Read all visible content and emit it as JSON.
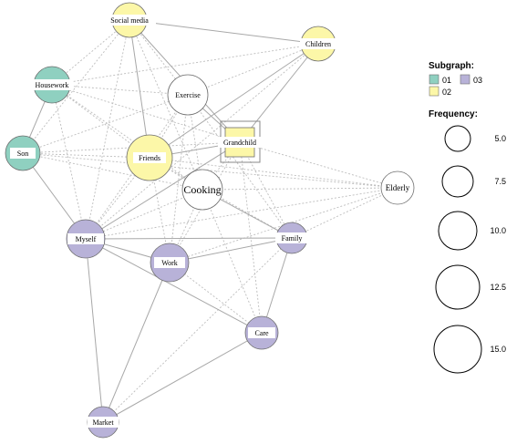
{
  "colors": {
    "subgraph_01": "#8fd0c0",
    "subgraph_02": "#fcf7a8",
    "subgraph_03": "#b8b2d8",
    "none": "#ffffff",
    "solid_edge": "#a8a8a8",
    "dotted_edge": "#bdbdbd",
    "node_border": "#6e6e6e"
  },
  "nodes": [
    {
      "id": "social_media",
      "label": "Social media",
      "subgraph": "02"
    },
    {
      "id": "children",
      "label": "Children",
      "subgraph": "02"
    },
    {
      "id": "housework",
      "label": "Housework",
      "subgraph": "01"
    },
    {
      "id": "exercise",
      "label": "Exercise",
      "subgraph": null
    },
    {
      "id": "grandchild",
      "label": "Grandchild",
      "subgraph": "02"
    },
    {
      "id": "son",
      "label": "Son",
      "subgraph": "01"
    },
    {
      "id": "friends",
      "label": "Friends",
      "subgraph": "02"
    },
    {
      "id": "cooking",
      "label": "Cooking",
      "subgraph": null
    },
    {
      "id": "elderly",
      "label": "Elderly",
      "subgraph": null
    },
    {
      "id": "myself",
      "label": "Myself",
      "subgraph": "03"
    },
    {
      "id": "family",
      "label": "Family",
      "subgraph": "03"
    },
    {
      "id": "work",
      "label": "Work",
      "subgraph": "03"
    },
    {
      "id": "care",
      "label": "Care",
      "subgraph": "03"
    },
    {
      "id": "market",
      "label": "Market",
      "subgraph": "03"
    }
  ],
  "edges": {
    "solid": [
      [
        "social_media",
        "children"
      ],
      [
        "social_media",
        "friends"
      ],
      [
        "social_media",
        "grandchild"
      ],
      [
        "housework",
        "son"
      ],
      [
        "friends",
        "grandchild"
      ],
      [
        "friends",
        "children"
      ],
      [
        "grandchild",
        "children"
      ],
      [
        "grandchild",
        "myself"
      ],
      [
        "myself",
        "family"
      ],
      [
        "myself",
        "work"
      ],
      [
        "myself",
        "care"
      ],
      [
        "myself",
        "market"
      ],
      [
        "work",
        "family"
      ],
      [
        "work",
        "market"
      ],
      [
        "family",
        "care"
      ],
      [
        "care",
        "market"
      ],
      [
        "exercise",
        "grandchild"
      ],
      [
        "cooking",
        "family"
      ],
      [
        "son",
        "myself"
      ]
    ],
    "dotted": [
      [
        "social_media",
        "housework"
      ],
      [
        "social_media",
        "son"
      ],
      [
        "social_media",
        "exercise"
      ],
      [
        "social_media",
        "myself"
      ],
      [
        "social_media",
        "cooking"
      ],
      [
        "housework",
        "exercise"
      ],
      [
        "housework",
        "friends"
      ],
      [
        "housework",
        "grandchild"
      ],
      [
        "housework",
        "cooking"
      ],
      [
        "housework",
        "myself"
      ],
      [
        "housework",
        "children"
      ],
      [
        "son",
        "friends"
      ],
      [
        "son",
        "grandchild"
      ],
      [
        "son",
        "cooking"
      ],
      [
        "son",
        "exercise"
      ],
      [
        "exercise",
        "friends"
      ],
      [
        "exercise",
        "cooking"
      ],
      [
        "exercise",
        "work"
      ],
      [
        "exercise",
        "myself"
      ],
      [
        "children",
        "exercise"
      ],
      [
        "children",
        "myself"
      ],
      [
        "grandchild",
        "elderly"
      ],
      [
        "grandchild",
        "cooking"
      ],
      [
        "grandchild",
        "family"
      ],
      [
        "grandchild",
        "work"
      ],
      [
        "grandchild",
        "care"
      ],
      [
        "friends",
        "cooking"
      ],
      [
        "friends",
        "myself"
      ],
      [
        "friends",
        "work"
      ],
      [
        "friends",
        "elderly"
      ],
      [
        "cooking",
        "elderly"
      ],
      [
        "cooking",
        "myself"
      ],
      [
        "cooking",
        "work"
      ],
      [
        "cooking",
        "care"
      ],
      [
        "elderly",
        "family"
      ],
      [
        "elderly",
        "myself"
      ],
      [
        "elderly",
        "work"
      ],
      [
        "elderly",
        "son"
      ],
      [
        "family",
        "market"
      ],
      [
        "work",
        "care"
      ],
      [
        "friends",
        "family"
      ],
      [
        "exercise",
        "family"
      ]
    ]
  },
  "legend": {
    "subgraph_title": "Subgraph:",
    "subgraph_items": [
      {
        "label": "01",
        "subgraph": "01"
      },
      {
        "label": "02",
        "subgraph": "02"
      },
      {
        "label": "03",
        "subgraph": "03"
      }
    ],
    "frequency_title": "Frequency:",
    "frequency_items": [
      "5.0",
      "7.5",
      "10.0",
      "12.5",
      "15.0"
    ]
  }
}
